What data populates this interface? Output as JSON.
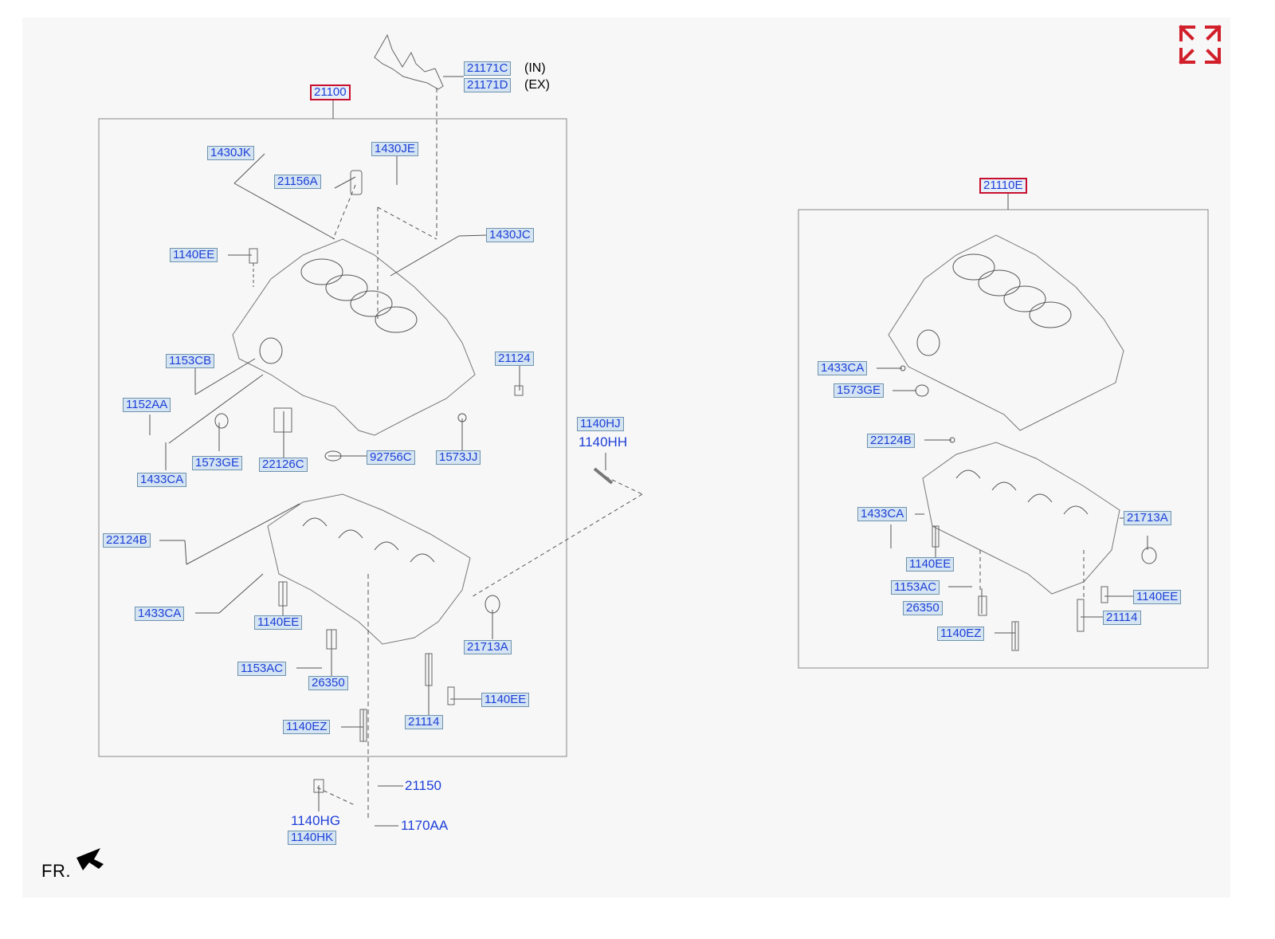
{
  "diagram": {
    "left_group": {
      "main_part": "21100",
      "top_labels": {
        "intake_gasket": "21171C",
        "intake_suffix": "(IN)",
        "exhaust_gasket": "21171D",
        "exhaust_suffix": "(EX)"
      },
      "parts": [
        {
          "code": "1430JK"
        },
        {
          "code": "1430JE"
        },
        {
          "code": "21156A"
        },
        {
          "code": "1430JC"
        },
        {
          "code": "1140EE"
        },
        {
          "code": "1153CB"
        },
        {
          "code": "21124"
        },
        {
          "code": "1152AA"
        },
        {
          "code": "1573GE"
        },
        {
          "code": "22126C"
        },
        {
          "code": "92756C"
        },
        {
          "code": "1573JJ"
        },
        {
          "code": "1433CA"
        },
        {
          "code": "22124B"
        },
        {
          "code": "1433CA"
        },
        {
          "code": "1140EE"
        },
        {
          "code": "21713A"
        },
        {
          "code": "1153AC"
        },
        {
          "code": "26350"
        },
        {
          "code": "1140EE"
        },
        {
          "code": "1140EZ"
        },
        {
          "code": "21114"
        }
      ]
    },
    "outside_parts": {
      "bolt_boxed": "1140HJ",
      "bolt_plain": "1140HH",
      "cap": "21150",
      "plug": "1170AA",
      "bolt_bottom_plain": "1140HG",
      "bolt_bottom_boxed": "1140HK"
    },
    "right_group": {
      "main_part": "21110E",
      "parts": [
        {
          "code": "1433CA"
        },
        {
          "code": "1573GE"
        },
        {
          "code": "22124B"
        },
        {
          "code": "1433CA"
        },
        {
          "code": "21713A"
        },
        {
          "code": "1140EE"
        },
        {
          "code": "1153AC"
        },
        {
          "code": "1140EE"
        },
        {
          "code": "26350"
        },
        {
          "code": "21114"
        },
        {
          "code": "1140EZ"
        }
      ]
    },
    "front_marker": "FR.",
    "expand_icon": "expand-arrows-icon",
    "colors": {
      "label_text": "#1d3fd8",
      "label_fill": "#d4e4f2",
      "label_border": "#6f93ad",
      "main_part_border": "#c8102e",
      "expand_icon": "#d11f2b"
    }
  }
}
